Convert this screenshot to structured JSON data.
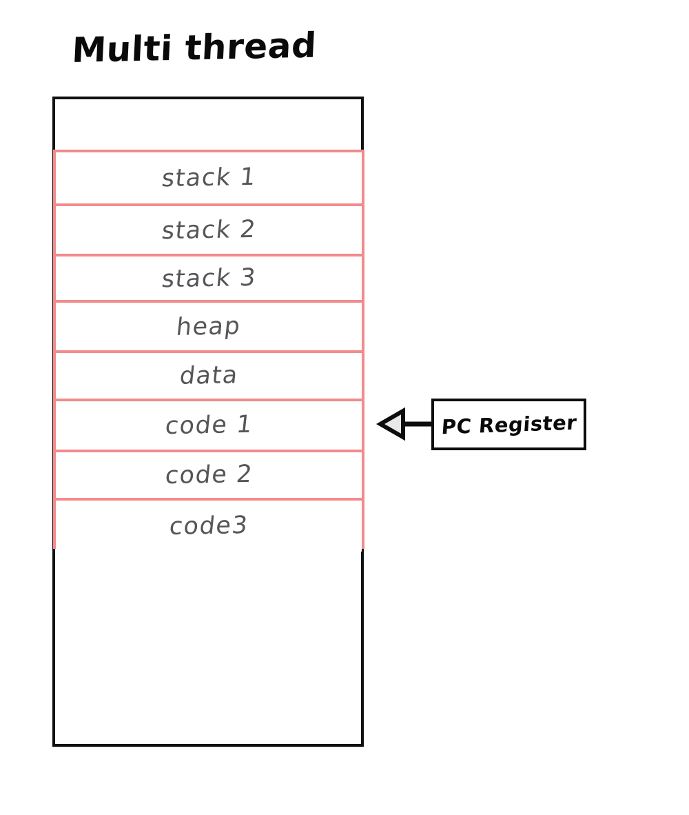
{
  "diagram": {
    "title": "Multi thread",
    "type": "hand-drawn-memory-layout",
    "background_color": "#ffffff"
  },
  "colors": {
    "title_text": "#0a0a0a",
    "outer_box_border": "#111111",
    "segment_border": "#f28b8b",
    "segment_text": "#565656",
    "register_box_border": "#0d0d0d",
    "register_text": "#0a0a0a",
    "arrow_stroke": "#0d0d0d",
    "arrow_head_fill": "#e8e8e8"
  },
  "process_box": {
    "name": "process-memory-box",
    "top_padding_label": "",
    "bottom_padding_label": ""
  },
  "segments": [
    {
      "label": "stack 1",
      "kind": "stack",
      "index": 1
    },
    {
      "label": "stack 2",
      "kind": "stack",
      "index": 2
    },
    {
      "label": "stack 3",
      "kind": "stack",
      "index": 3
    },
    {
      "label": "heap",
      "kind": "heap",
      "index": 0
    },
    {
      "label": "data",
      "kind": "data",
      "index": 0
    },
    {
      "label": "code 1",
      "kind": "code",
      "index": 1
    },
    {
      "label": "code 2",
      "kind": "code",
      "index": 2
    },
    {
      "label": "code3",
      "kind": "code",
      "index": 3
    }
  ],
  "pointer": {
    "label": "PC Register",
    "arrow_direction": "left",
    "arrow_head_style": "hollow-triangle",
    "points_to_segment": "code 1"
  }
}
